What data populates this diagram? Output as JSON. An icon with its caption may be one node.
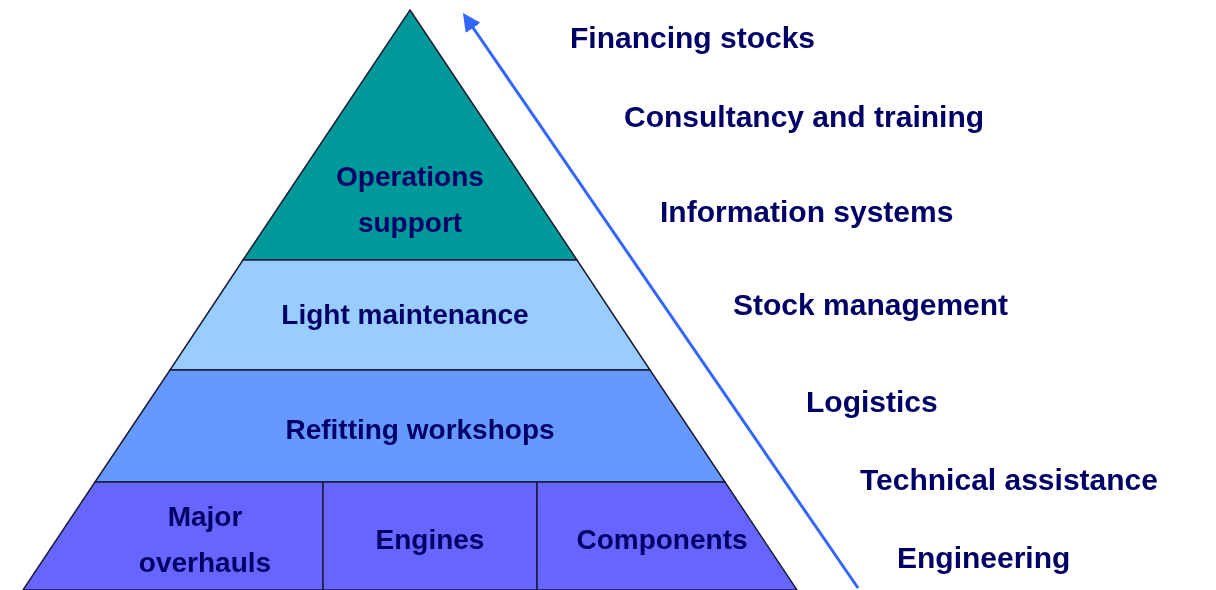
{
  "diagram": {
    "nodes": [
      {
        "text": [
          "Operations support"
        ]
      },
      {
        "text": [
          "Light maintenance"
        ]
      },
      {
        "text": [
          "Refitting workshops"
        ]
      },
      {
        "text": [
          "Major overhauls"
        ]
      },
      {
        "text": [
          "Engines"
        ]
      },
      {
        "text": [
          "Components"
        ]
      }
    ],
    "labels": [
      "Financing stocks",
      "Consultancy and training",
      "Information systems",
      "Stock management",
      "Logistics",
      "Technical assistance",
      "Engineering"
    ]
  }
}
